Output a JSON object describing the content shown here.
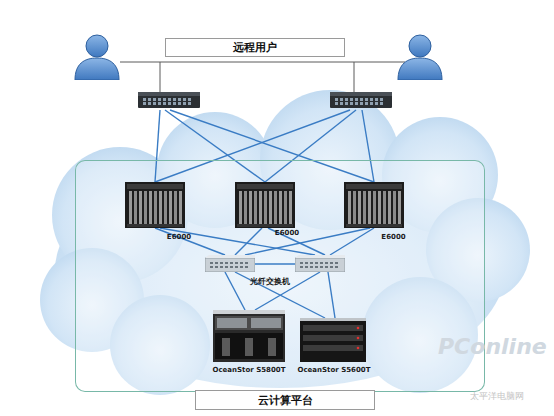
{
  "diagram": {
    "nodes": [
      {
        "text": [
          "远程用户"
        ]
      },
      {
        "text": [
          "云计算平台"
        ]
      },
      {
        "text": [
          "E6000"
        ],
        "in": 1
      },
      {
        "text": [
          "E6000"
        ],
        "in": 1
      },
      {
        "text": [
          "E6000"
        ],
        "in": 1
      },
      {
        "text": [
          "OceanStor S5800T"
        ],
        "in": 1
      },
      {
        "text": [
          "OceanStor S5600T"
        ],
        "in": 1
      }
    ],
    "labels": [
      "光纤交换机",
      "PConline",
      "太平洋电脑网"
    ]
  }
}
